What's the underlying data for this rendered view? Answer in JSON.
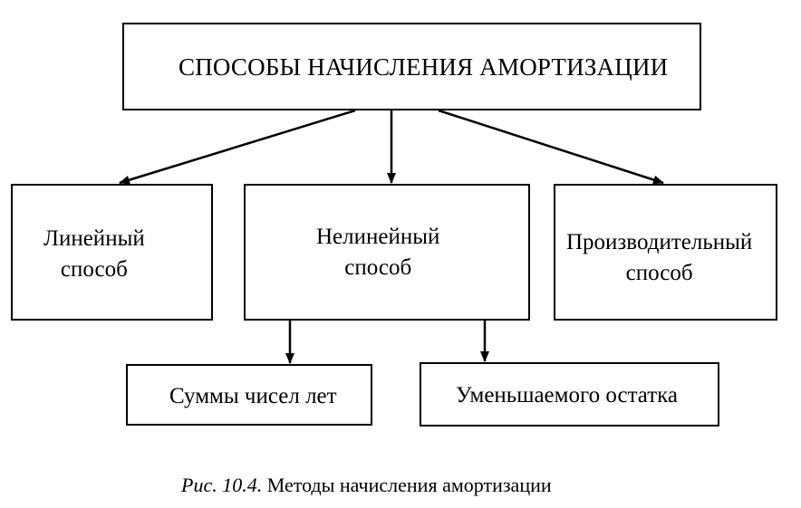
{
  "diagram": {
    "root": {
      "label": "СПОСОБЫ НАЧИСЛЕНИЯ АМОРТИЗАЦИИ"
    },
    "methods": [
      {
        "line1": "Линейный",
        "line2": "способ"
      },
      {
        "line1": "Нелинейный",
        "line2": "способ"
      },
      {
        "line1": "Производительный",
        "line2": "способ"
      }
    ],
    "nonlinear_submethods": [
      {
        "label": "Суммы чисел лет"
      },
      {
        "label": "Уменьшаемого остатка"
      }
    ]
  },
  "caption": {
    "figure_ref": "Рис. 10.4.",
    "text": " Методы начисления амортизации"
  }
}
